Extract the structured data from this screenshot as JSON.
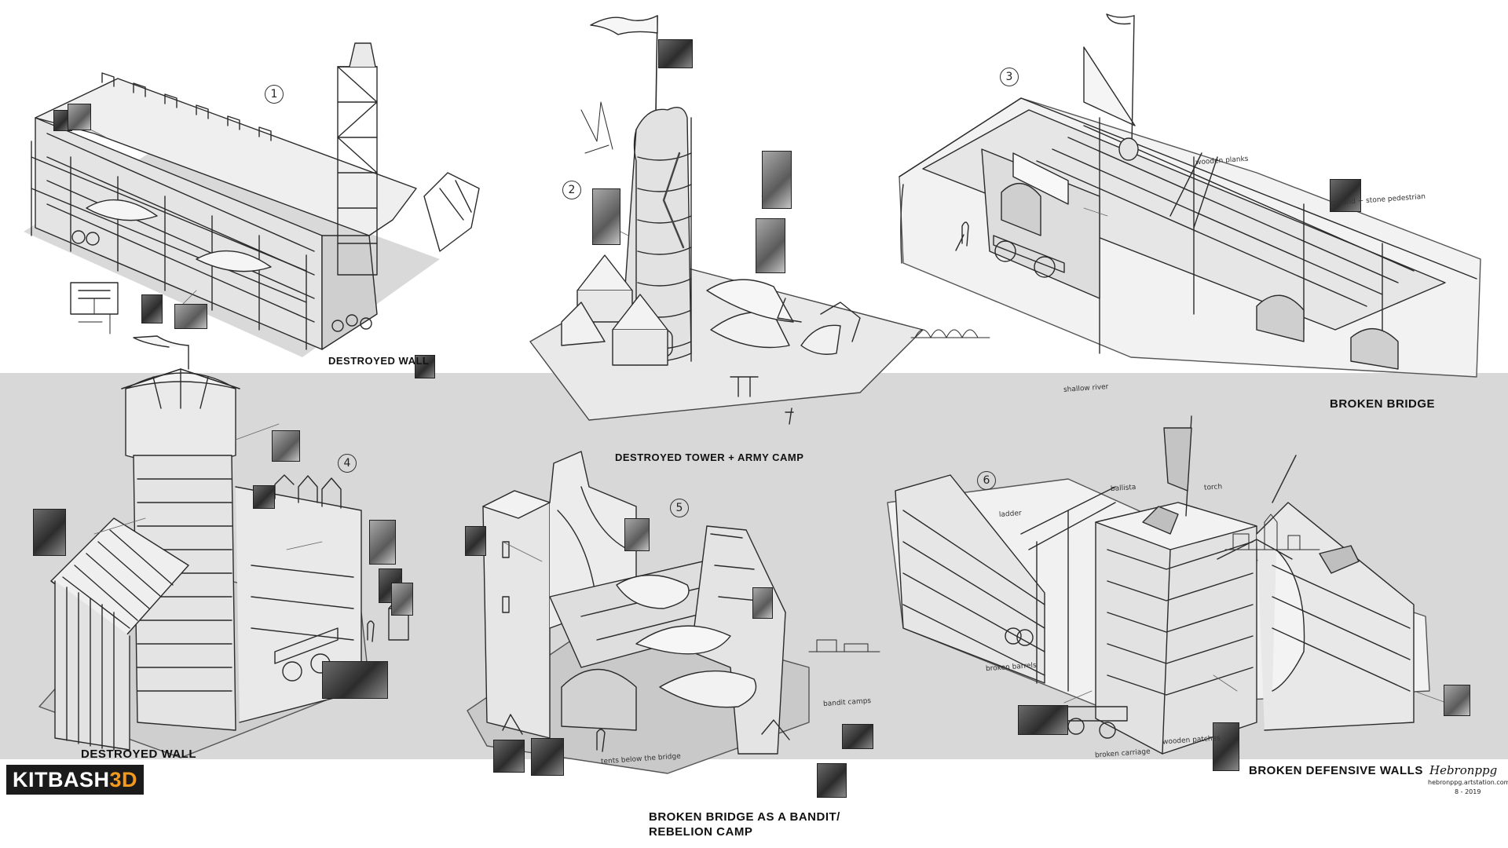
{
  "sheet": {
    "band_color": "#d8d8d8",
    "ink_color": "#222222"
  },
  "sketches": [
    {
      "number": "1",
      "caption": "DESTROYED WALL"
    },
    {
      "number": "2",
      "caption": "DESTROYED TOWER + ARMY CAMP"
    },
    {
      "number": "3",
      "caption": "BROKEN BRIDGE"
    },
    {
      "number": "4",
      "caption": "DESTROYED WALL"
    },
    {
      "number": "5",
      "caption_line1": "BROKEN BRIDGE AS A BANDIT/",
      "caption_line2": "REBELION CAMP"
    },
    {
      "number": "6",
      "caption": "BROKEN DEFENSIVE WALLS"
    }
  ],
  "notes": {
    "wooden_planks": "wooden planks",
    "ground_stone_pedestrian": "ground + stone pedestrian",
    "shallow_river": "shallow river",
    "broken_barrels": "broken barrels",
    "broken_carriage": "broken carriage",
    "wooden_patches": "wooden patches",
    "ladder": "ladder",
    "ballista": "ballista",
    "torch": "torch",
    "bandit_camps": "bandit camps",
    "tents_below_bridge": "tents below the bridge"
  },
  "logo": {
    "text_main": "KITBASH",
    "text_accent": "3D",
    "accent_color": "#f39a1e"
  },
  "artist": {
    "signature": "Hebronppg",
    "site": "hebronppg.artstation.com",
    "date": "8 - 2019"
  }
}
